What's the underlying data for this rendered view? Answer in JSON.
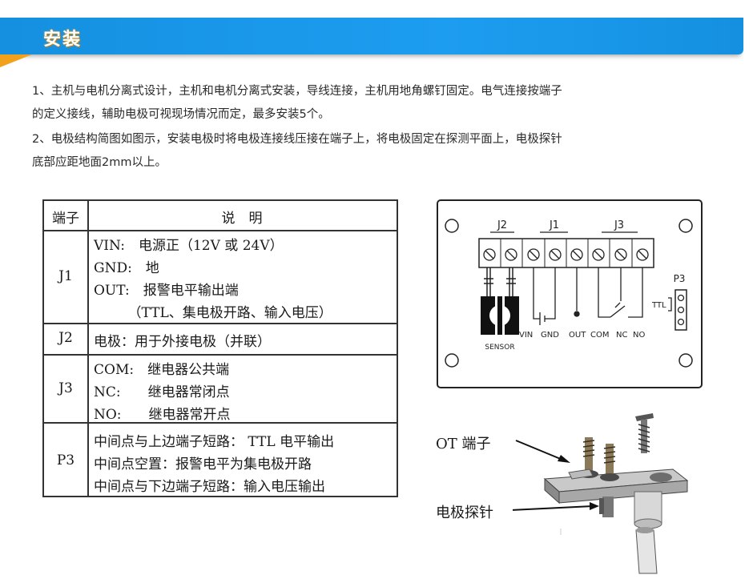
{
  "header": {
    "title": "安装"
  },
  "paragraphs": [
    {
      "line1": "1、主机与电机分离式设计，主机和电机分离式安装，导线连接，主机用地角螺钉固定。电气连接按端子",
      "line2": "的定义接线，辅助电极可视现场情况而定，最多安装5个。"
    },
    {
      "line1": "2、电极结构简图如图示，安装电极时将电极连接线压接在端子上，将电极固定在探测平面上，电极探针",
      "line2": "底部应距地面2mm以上。"
    }
  ],
  "table": {
    "header": {
      "port": "端子",
      "desc": "说　明"
    },
    "rows": [
      {
        "port": "J1",
        "lines": [
          "VIN:　电源正（12V 或 24V）",
          "GND:　地",
          "OUT:　报警电平输出端",
          "　　　（TTL、集电极开路、输入电压）"
        ]
      },
      {
        "port": "J2",
        "lines": [
          "电极：用于外接电极（并联）"
        ]
      },
      {
        "port": "J3",
        "lines": [
          "COM:　继电器公共端",
          "NC:　　继电器常闭点",
          "NO:　　继电器常开点"
        ]
      },
      {
        "port": "P3",
        "lines": [
          "中间点与上边端子短路：  TTL 电平输出",
          "中间点空置：报警电平为集电极开路",
          "中间点与下边端子短路：输入电压输出"
        ]
      }
    ]
  },
  "board": {
    "groups": [
      "J2",
      "J1",
      "J3"
    ],
    "p3_label": "P3",
    "ttl_label": "TTL",
    "sensor_label": "SENSOR",
    "pins": [
      "VIN",
      "GND",
      "OUT",
      "COM",
      "NC",
      "NO"
    ]
  },
  "electrode": {
    "ot_label": "OT 端子",
    "probe_label": "电极探针"
  }
}
